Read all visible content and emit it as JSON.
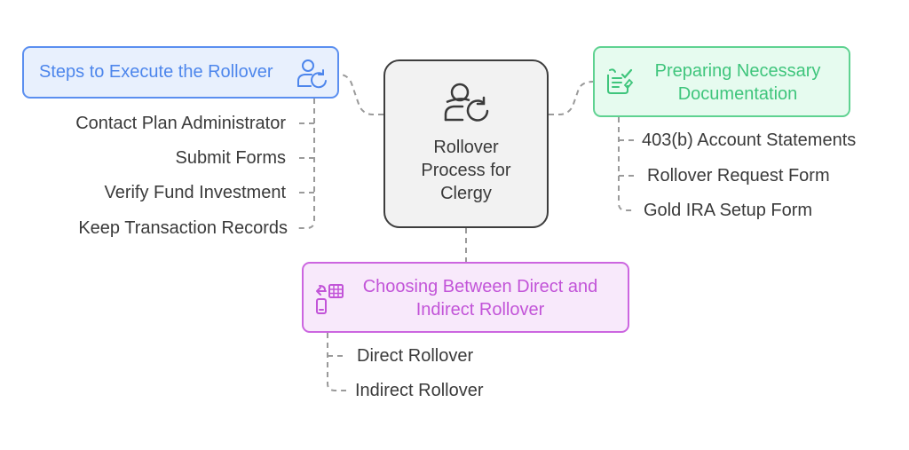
{
  "center": {
    "title": "Rollover\nProcess for\nClergy",
    "icon": "user-sync-icon"
  },
  "steps": {
    "title": "Steps to Execute the Rollover",
    "icon": "user-sync-icon",
    "color": "#4d86ec",
    "items": [
      "Contact Plan Administrator",
      "Submit Forms",
      "Verify Fund Investment",
      "Keep Transaction Records"
    ]
  },
  "documentation": {
    "title": "Preparing Necessary\nDocumentation",
    "icon": "document-check-icon",
    "color": "#3fc57c",
    "items": [
      "403(b) Account Statements",
      "Rollover Request Form",
      "Gold IRA Setup Form"
    ]
  },
  "choosing": {
    "title": "Choosing Between Direct and\nIndirect Rollover",
    "icon": "transfer-options-icon",
    "color": "#c254d8",
    "items": [
      "Direct Rollover",
      "Indirect Rollover"
    ]
  }
}
